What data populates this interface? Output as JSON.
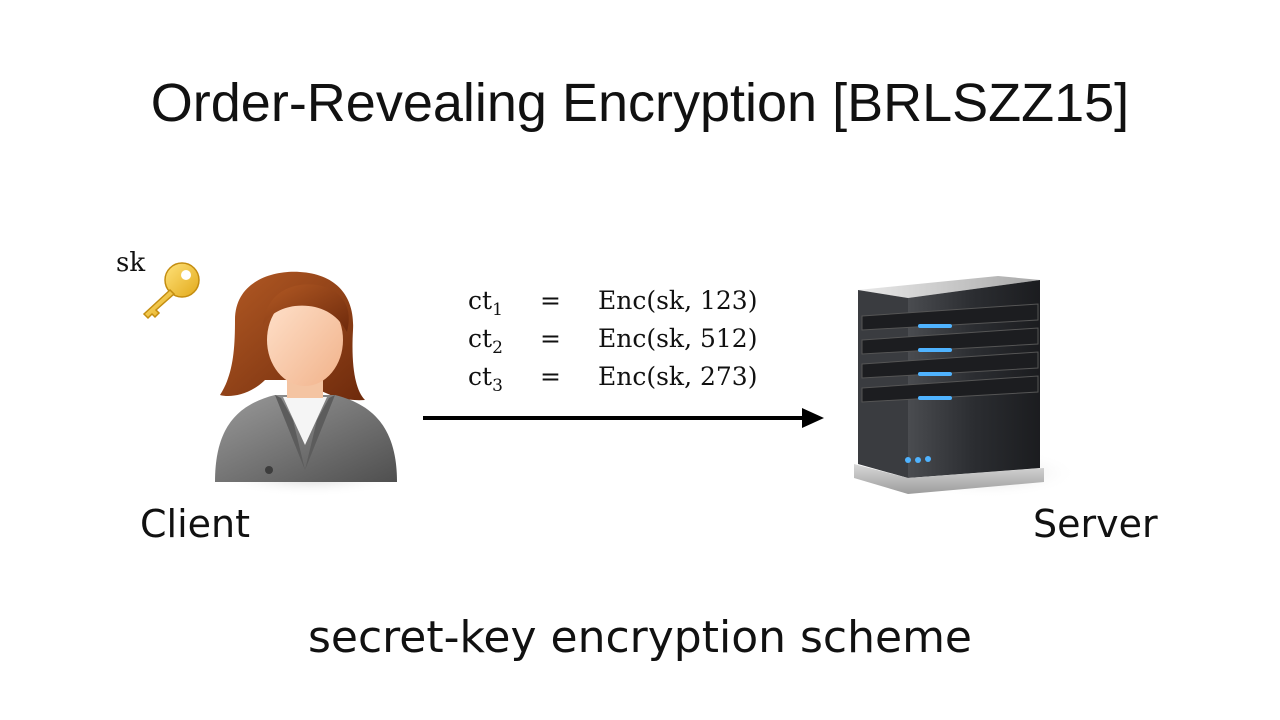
{
  "slide": {
    "title": "Order-Revealing Encryption [BRLSZZ15]",
    "subtitle": "secret-key encryption scheme"
  },
  "client": {
    "label": "Client",
    "key_label": "sk"
  },
  "server": {
    "label": "Server"
  },
  "equations": [
    {
      "lhs": "ct",
      "sub": "1",
      "op": "=",
      "rhs": "Enc(sk, 123)"
    },
    {
      "lhs": "ct",
      "sub": "2",
      "op": "=",
      "rhs": "Enc(sk, 512)"
    },
    {
      "lhs": "ct",
      "sub": "3",
      "op": "=",
      "rhs": "Enc(sk, 273)"
    }
  ],
  "colors": {
    "key": "#f2c12e",
    "hair": "#8a3a12",
    "suit": "#6e6e6e",
    "server_body": "#2b2d31",
    "server_led": "#4fb3ff"
  }
}
